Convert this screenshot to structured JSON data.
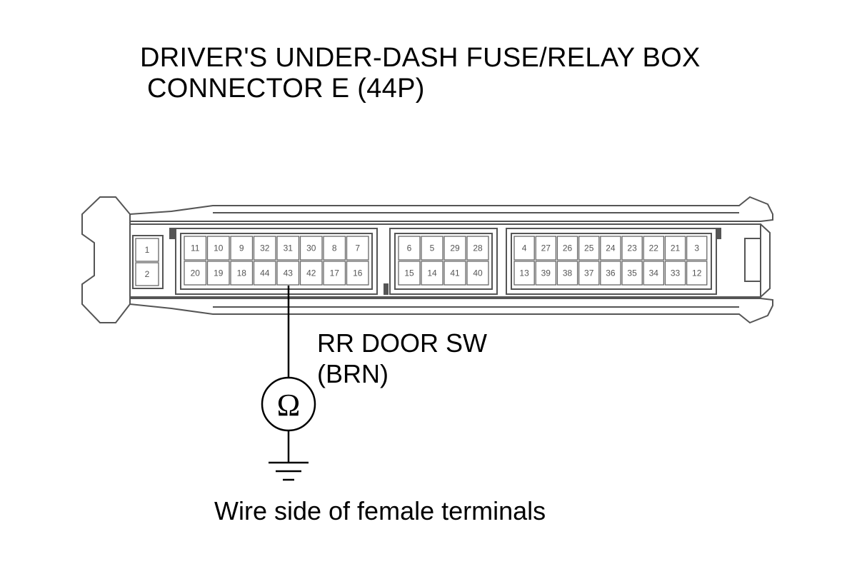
{
  "title": {
    "line1": "DRIVER'S UNDER-DASH FUSE/RELAY BOX",
    "line2": "CONNECTOR E (44P)"
  },
  "probe_label": {
    "line1": "RR DOOR SW",
    "line2": "(BRN)"
  },
  "meter_symbol": "Ω",
  "caption": "Wire side of female terminals",
  "connector": {
    "highlighted_terminal": "43",
    "block_a": {
      "top": [
        "1"
      ],
      "bottom": [
        "2"
      ]
    },
    "block_b": {
      "top": [
        "11",
        "10",
        "9",
        "32",
        "31",
        "30",
        "8",
        "7"
      ],
      "bottom": [
        "20",
        "19",
        "18",
        "44",
        "43",
        "42",
        "17",
        "16"
      ]
    },
    "block_c": {
      "top": [
        "6",
        "5",
        "29",
        "28"
      ],
      "bottom": [
        "15",
        "14",
        "41",
        "40"
      ]
    },
    "block_d": {
      "top": [
        "4",
        "27",
        "26",
        "25",
        "24",
        "23",
        "22",
        "21",
        "3"
      ],
      "bottom": [
        "13",
        "39",
        "38",
        "37",
        "36",
        "35",
        "34",
        "33",
        "12"
      ]
    }
  },
  "colors": {
    "line": "#555555",
    "ink": "#000000",
    "pin_text": "#555555"
  }
}
